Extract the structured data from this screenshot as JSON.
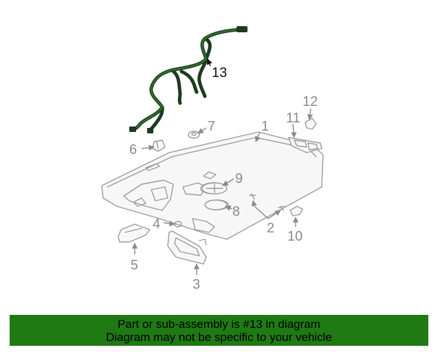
{
  "diagram": {
    "callouts": [
      "1",
      "2",
      "3",
      "4",
      "5",
      "6",
      "7",
      "8",
      "9",
      "10",
      "11",
      "12",
      "13"
    ],
    "highlight_color": "#1f7a14",
    "harness_color": "#1e3a1e"
  },
  "banner": {
    "line1": "Part or sub-assembly is #13 in diagram",
    "line2": "Diagram may not be specific to your vehicle"
  }
}
